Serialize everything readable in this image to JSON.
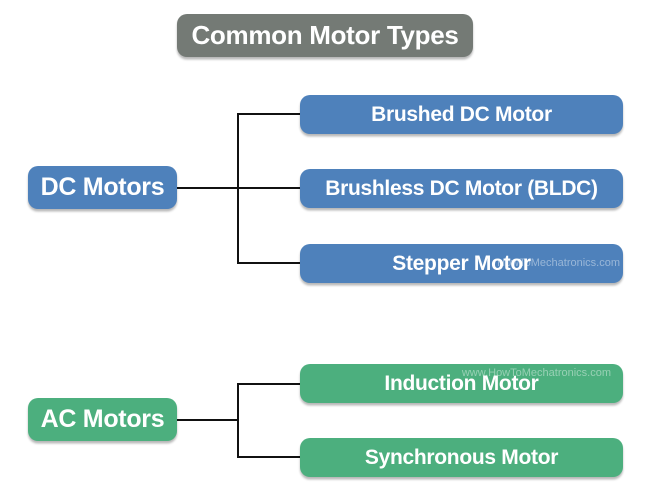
{
  "title": "Common Motor Types",
  "groups": [
    {
      "id": "dc",
      "parent": "DC Motors",
      "children": [
        "Brushed DC Motor",
        "Brushless DC Motor (BLDC)",
        "Stepper Motor"
      ]
    },
    {
      "id": "ac",
      "parent": "AC Motors",
      "children": [
        "Induction Motor",
        "Synchronous Motor"
      ]
    }
  ],
  "watermarks": {
    "stepper": "HowToMechatronics.com",
    "induction": "www.HowToMechatronics.com"
  },
  "colors": {
    "header_gray": "#747A75",
    "dc_blue": "#4E81BB",
    "ac_green": "#4CAF7E",
    "connector": "#111111",
    "box_text": "#FFFFFF"
  }
}
